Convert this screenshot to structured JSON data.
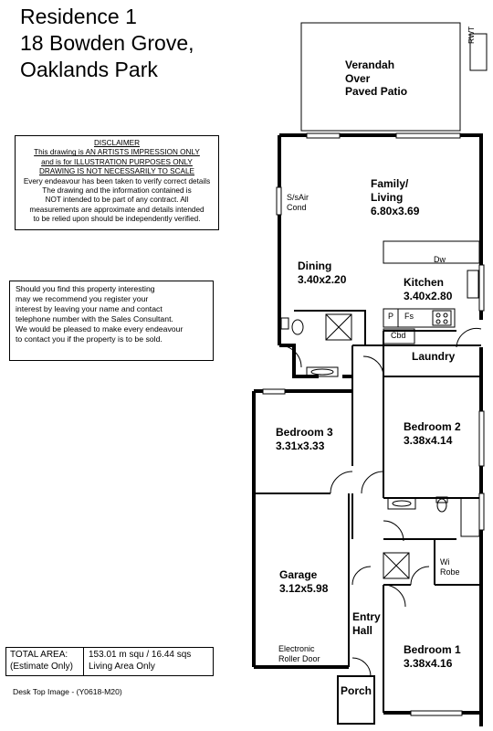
{
  "title": {
    "line1": "Residence 1",
    "line2": "18 Bowden Grove,",
    "line3": "Oaklands Park"
  },
  "disclaimer": {
    "heading": "DISCLAIMER",
    "lines_underlined": [
      "This drawing is AN ARTISTS IMPRESSION ONLY",
      "and is for ILLUSTRATION PURPOSES ONLY",
      "DRAWING IS NOT NECESSARILY TO SCALE"
    ],
    "lines": [
      "Every endeavour has been taken to verify correct details",
      "The drawing and the information contained is",
      "NOT intended to be part of any contract. All",
      "measurements are approximate and details intended",
      "to be relied upon should be independently verified."
    ]
  },
  "contact_note": {
    "lines": [
      "Should you find this property interesting",
      "may we recommend you register your",
      "interest by leaving your name and contact",
      "telephone number with the Sales Consultant.",
      "We would be pleased to make every endeavour",
      "to contact you if the property is to be sold."
    ]
  },
  "area": {
    "label1": "TOTAL AREA:",
    "label2": "(Estimate Only)",
    "value1": "153.01 m squ /  16.44 sqs",
    "value2": "Living Area Only"
  },
  "footer": "Desk Top Image - (Y0618-M20)",
  "rooms": {
    "verandah": {
      "l1": "Verandah",
      "l2": "Over",
      "l3": "Paved Patio"
    },
    "rwt": "RWT",
    "family": {
      "name1": "Family/",
      "name2": "Living",
      "size": "6.80x3.69"
    },
    "sair": {
      "l1": "S/sAir",
      "l2": "Cond"
    },
    "dining": {
      "name": "Dining",
      "size": "3.40x2.20"
    },
    "kitchen": {
      "name": "Kitchen",
      "size": "3.40x2.80"
    },
    "dw": "Dw",
    "p": "P",
    "fs": "Fs",
    "cbd": "Cbd",
    "laundry": "Laundry",
    "bedroom3": {
      "name": "Bedroom 3",
      "size": "3.31x3.33"
    },
    "bedroom2": {
      "name": "Bedroom 2",
      "size": "3.38x4.14"
    },
    "garage": {
      "name": "Garage",
      "size": "3.12x5.98"
    },
    "roller": {
      "l1": "Electronic",
      "l2": "Roller Door"
    },
    "entry": {
      "l1": "Entry",
      "l2": "Hall"
    },
    "wirobe": {
      "l1": "Wi",
      "l2": "Robe"
    },
    "bedroom1": {
      "name": "Bedroom 1",
      "size": "3.38x4.16"
    },
    "porch": "Porch"
  }
}
